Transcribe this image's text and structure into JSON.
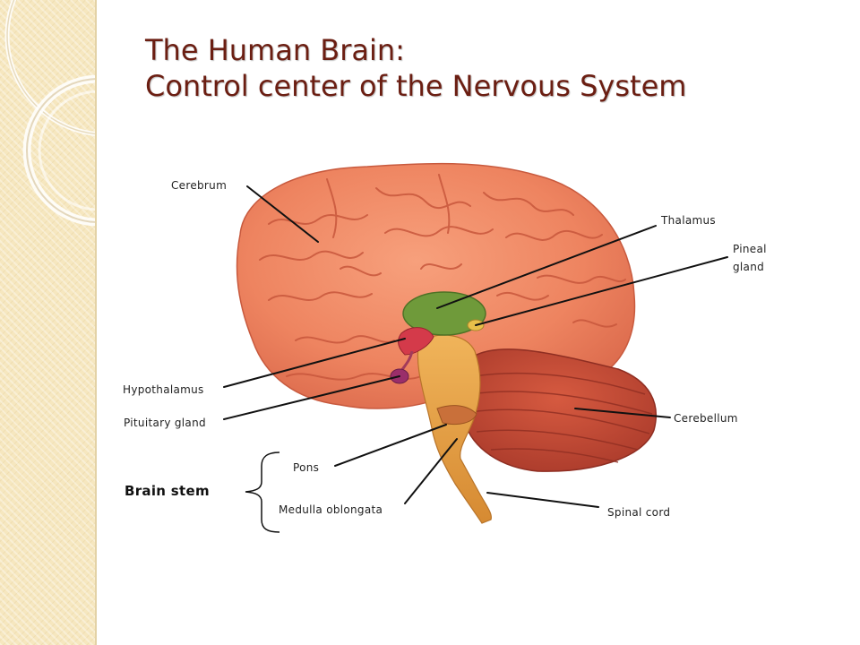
{
  "slide": {
    "title_line1": "The Human Brain:",
    "title_line2": "Control center of the Nervous System"
  },
  "labels": {
    "cerebrum": "Cerebrum",
    "thalamus": "Thalamus",
    "pineal_line1": "Pineal",
    "pineal_line2": "gland",
    "hypothalamus": "Hypothalamus",
    "pituitary": "Pituitary gland",
    "cerebellum": "Cerebellum",
    "pons": "Pons",
    "brain_stem": "Brain stem",
    "medulla": "Medulla oblongata",
    "spinal_cord": "Spinal cord"
  },
  "colors": {
    "title": "#6b1e12",
    "cerebrum": "#f08a64",
    "cerebellum": "#c44a33",
    "thalamus": "#6f9a3a",
    "hypothalamus": "#d43a4a",
    "brainstem": "#e8a548",
    "sidebar": "#f6e7bf"
  }
}
